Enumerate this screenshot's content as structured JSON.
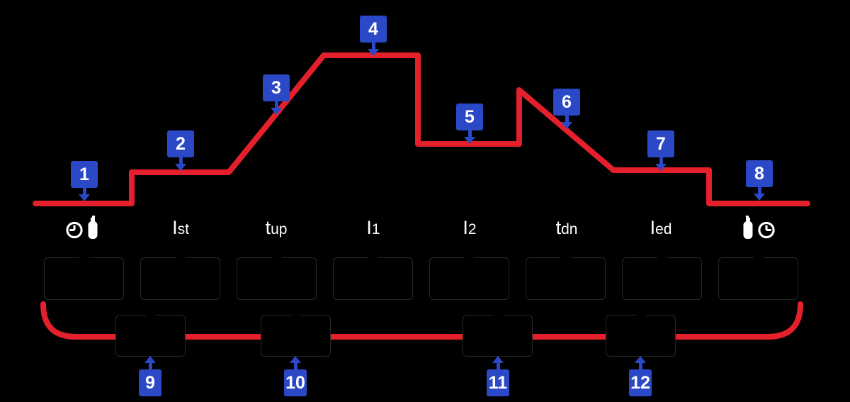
{
  "title": "welding-current-sequence-diagram",
  "palette": {
    "background": "#000000",
    "line_red": "#e5202d",
    "marker_blue": "#2b48c6",
    "box_border": "#282828",
    "text": "#ffffff"
  },
  "phases": [
    {
      "id": "gas-preflow",
      "icons": [
        "time-clock-icon",
        "gas-bottle-icon"
      ]
    },
    {
      "id": "start-current",
      "main": "I",
      "suffix": "st"
    },
    {
      "id": "upslope-time",
      "main": "t",
      "suffix": "up"
    },
    {
      "id": "main-current",
      "main": "I",
      "suffix": "1"
    },
    {
      "id": "secondary-current",
      "main": "I",
      "suffix": "2"
    },
    {
      "id": "downslope-time",
      "main": "t",
      "suffix": "dn"
    },
    {
      "id": "end-current",
      "main": "I",
      "suffix": "ed"
    },
    {
      "id": "gas-postflow",
      "icons": [
        "gas-bottle-icon",
        "time-clock-icon"
      ]
    }
  ],
  "markers": {
    "top": [
      {
        "label": "1"
      },
      {
        "label": "2"
      },
      {
        "label": "3"
      },
      {
        "label": "4"
      },
      {
        "label": "5"
      },
      {
        "label": "6"
      },
      {
        "label": "7"
      },
      {
        "label": "8"
      }
    ],
    "bottom": [
      {
        "label": "9"
      },
      {
        "label": "10"
      },
      {
        "label": "11"
      },
      {
        "label": "12"
      }
    ]
  },
  "parameter_boxes": {
    "top_row_count": "8",
    "bottom_row_count": "4",
    "values": [
      "",
      "",
      "",
      "",
      "",
      "",
      "",
      "",
      "",
      "",
      "",
      ""
    ]
  }
}
